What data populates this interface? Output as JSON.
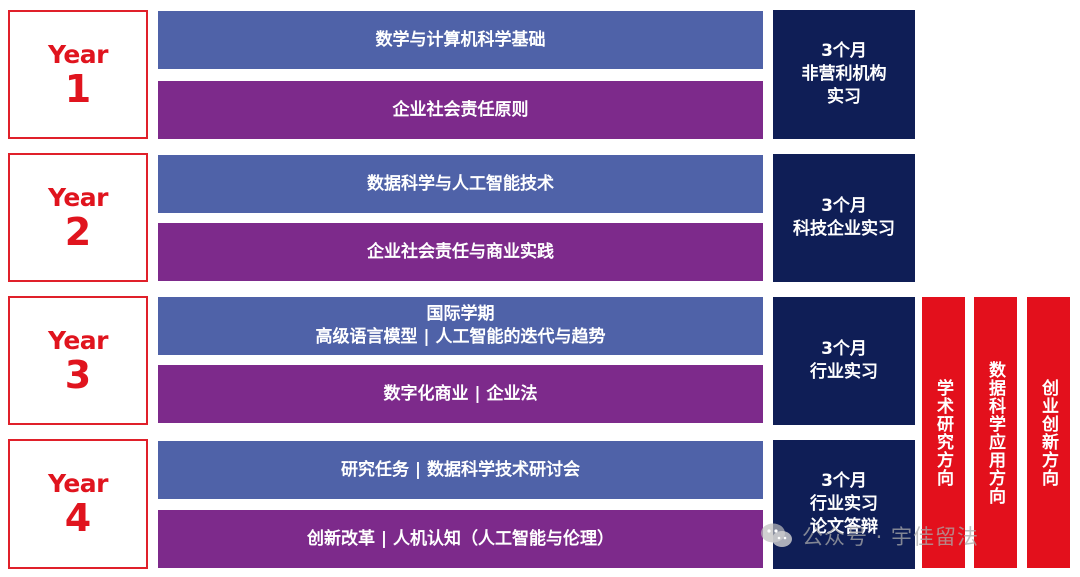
{
  "years": [
    {
      "word": "Year",
      "number": "1"
    },
    {
      "word": "Year",
      "number": "2"
    },
    {
      "word": "Year",
      "number": "3"
    },
    {
      "word": "Year",
      "number": "4"
    }
  ],
  "courses": [
    {
      "lines": [
        "数学与计算机科学基础"
      ]
    },
    {
      "lines": [
        "企业社会责任原则"
      ]
    },
    {
      "lines": [
        "数据科学与人工智能技术"
      ]
    },
    {
      "lines": [
        "企业社会责任与商业实践"
      ]
    },
    {
      "lines": [
        "国际学期",
        "高级语言模型 | 人工智能的迭代与趋势"
      ]
    },
    {
      "lines": [
        "数字化商业 | 企业法"
      ]
    },
    {
      "lines": [
        "研究任务 | 数据科学技术研讨会"
      ]
    },
    {
      "lines": [
        "创新改革 | 人机认知（人工智能与伦理）"
      ]
    }
  ],
  "internships": [
    {
      "lines": [
        "3个月",
        "非营利机构",
        "实习"
      ]
    },
    {
      "lines": [
        "3个月",
        "科技企业实习"
      ]
    },
    {
      "lines": [
        "3个月",
        "行业实习"
      ]
    },
    {
      "lines": [
        "3个月",
        "行业实习",
        "论文答辩"
      ]
    }
  ],
  "tracks": [
    "学术研究方向",
    "数据科学应用方向",
    "创业创新方向"
  ],
  "watermark": {
    "text": "公众号 · 宇佳留法"
  },
  "colors": {
    "year_red": "#e0141e",
    "course_blue": "#4f62a8",
    "course_purple": "#7d2a8b",
    "intern_navy": "#0f1e56",
    "track_red": "#e3101c"
  }
}
